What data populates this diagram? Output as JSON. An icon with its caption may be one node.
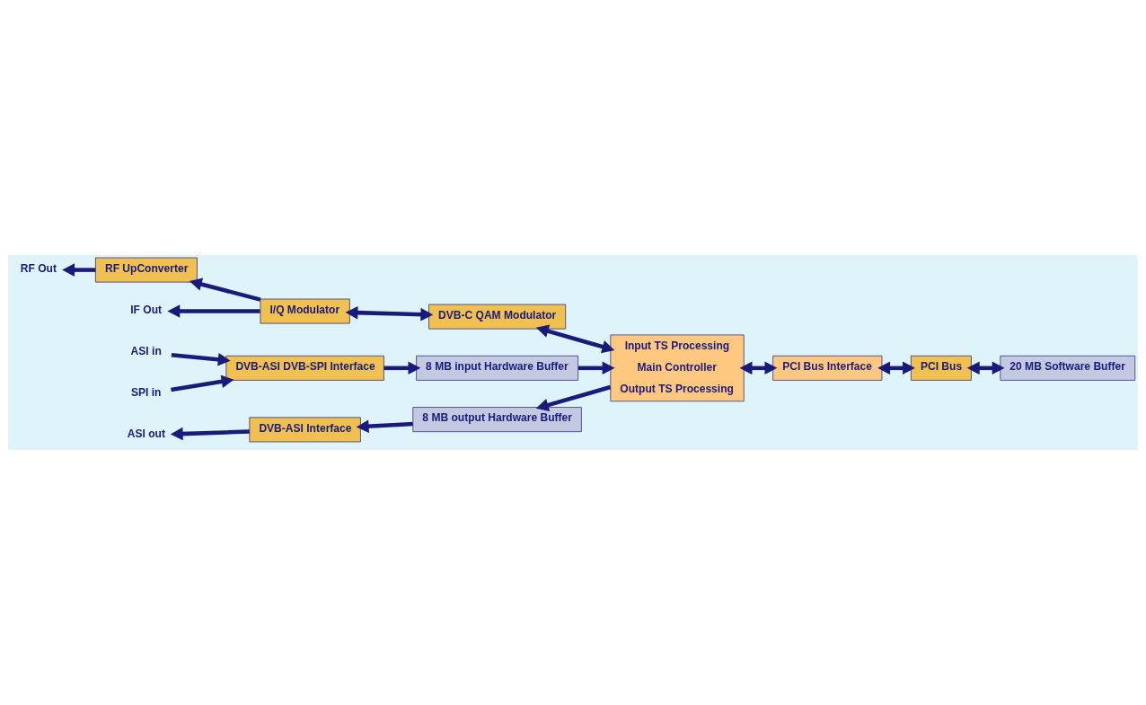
{
  "diagram": {
    "nodes": [
      {
        "text": [
          "RF Out"
        ]
      },
      {
        "text": [
          "RF UpConverter"
        ]
      },
      {
        "text": [
          "IF Out"
        ]
      },
      {
        "text": [
          "I/Q Modulator"
        ]
      },
      {
        "text": [
          "DVB-C QAM Modulator"
        ]
      },
      {
        "text": [
          "ASI in"
        ]
      },
      {
        "text": [
          "SPI in"
        ]
      },
      {
        "text": [
          "DVB-ASI DVB-SPI Interface"
        ]
      },
      {
        "text": [
          "8 MB input Hardware Buffer"
        ]
      },
      {
        "text": [
          "Input TS Processing",
          "Main Controller",
          "Output TS Processing"
        ]
      },
      {
        "text": [
          "PCI Bus Interface"
        ]
      },
      {
        "text": [
          "PCI Bus"
        ]
      },
      {
        "text": [
          "ASI out"
        ]
      },
      {
        "text": [
          "DVB-ASI Interface"
        ]
      },
      {
        "text": [
          "8 MB output Hardware Buffer"
        ]
      },
      {
        "text": [
          "20 MB Software Buffer"
        ]
      }
    ],
    "edges": [
      {
        "from": 1,
        "to": 0,
        "arrow": "to"
      },
      {
        "from": 3,
        "to": 2,
        "arrow": "to"
      },
      {
        "from": 3,
        "to": 1,
        "arrow": "to"
      },
      {
        "from": 3,
        "to": 4,
        "arrow": "both"
      },
      {
        "from": 4,
        "to": 9,
        "arrow": "both"
      },
      {
        "from": 5,
        "to": 7,
        "arrow": "to"
      },
      {
        "from": 6,
        "to": 7,
        "arrow": "to"
      },
      {
        "from": 7,
        "to": 8,
        "arrow": "to"
      },
      {
        "from": 8,
        "to": 9,
        "arrow": "to"
      },
      {
        "from": 9,
        "to": 10,
        "arrow": "both"
      },
      {
        "from": 10,
        "to": 11,
        "arrow": "both"
      },
      {
        "from": 11,
        "to": 15,
        "arrow": "both"
      },
      {
        "from": 9,
        "to": 14,
        "arrow": "to"
      },
      {
        "from": 14,
        "to": 13,
        "arrow": "to"
      },
      {
        "from": 13,
        "to": 12,
        "arrow": "to"
      }
    ]
  }
}
